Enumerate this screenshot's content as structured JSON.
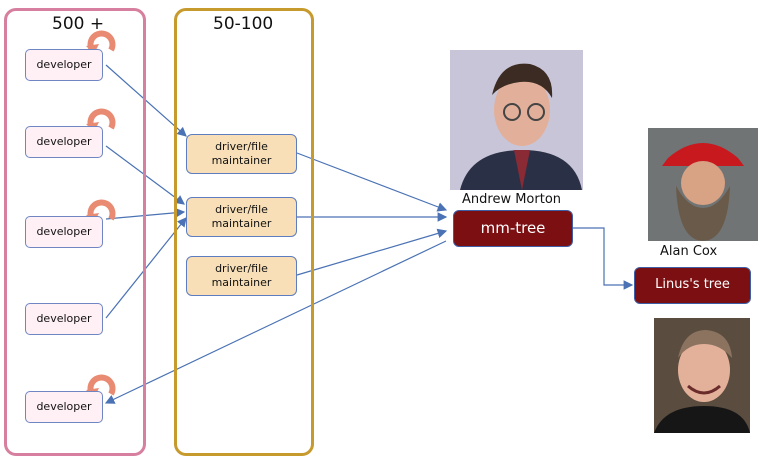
{
  "groups": {
    "developers_label": "500 +",
    "maintainers_label": "50-100"
  },
  "developers": [
    "developer",
    "developer",
    "developer",
    "developer",
    "developer"
  ],
  "maintainers": [
    "driver/file\nmaintainer",
    "driver/file\nmaintainer",
    "driver/file\nmaintainer"
  ],
  "andrew": {
    "name": "Andrew Morton",
    "tree": "mm-tree"
  },
  "alan": {
    "name": "Alan Cox"
  },
  "linus": {
    "tree": "Linus's tree"
  },
  "colors": {
    "dev_group_border": "#d67f9e",
    "maint_group_border": "#c79a2e",
    "arrow": "#4a72b4",
    "tree_box": "#7b0f12",
    "cycle_icon": "#e98a72"
  },
  "icons": [
    "circular-arrow-icon"
  ]
}
